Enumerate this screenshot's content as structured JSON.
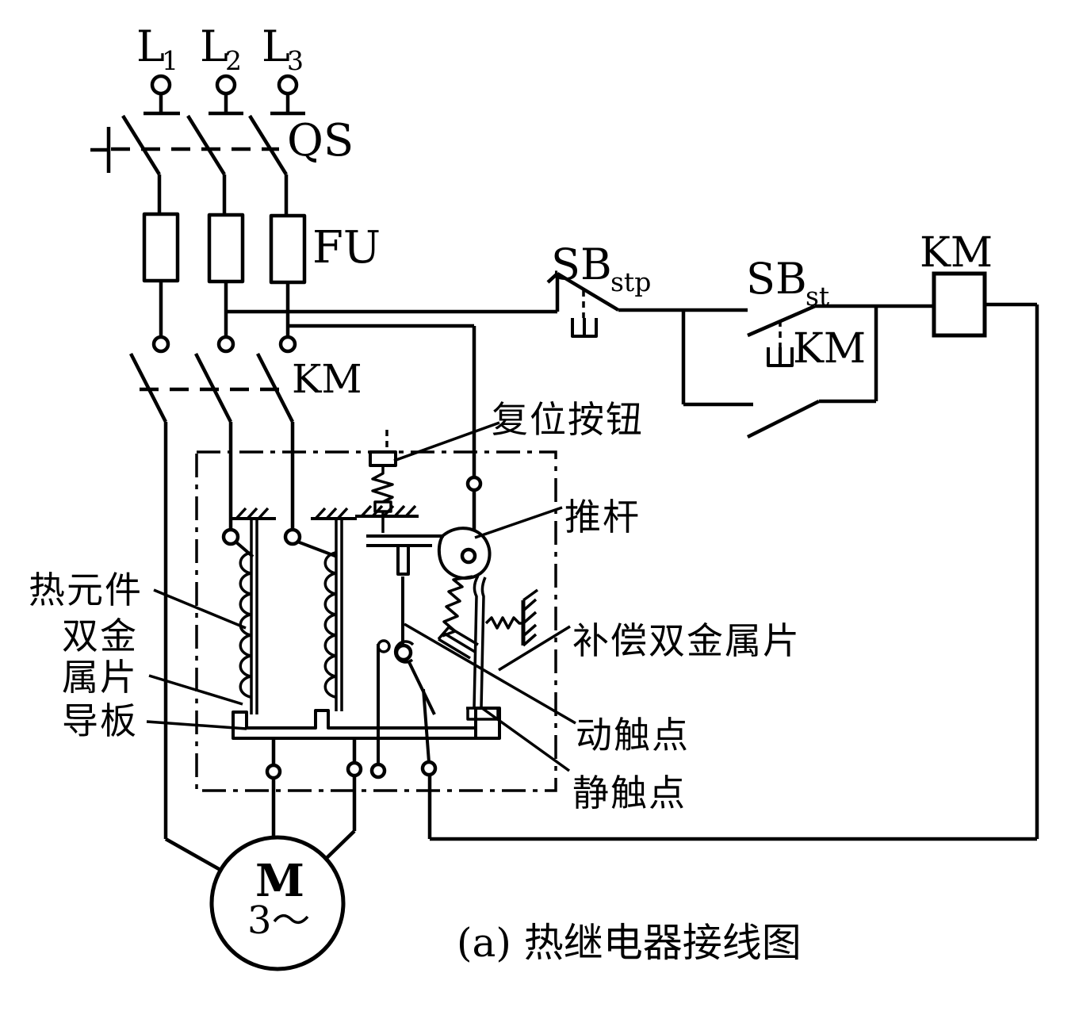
{
  "colors": {
    "ink": "#000000",
    "paper": "#ffffff"
  },
  "caption": "(a) 热继电器接线图",
  "power": {
    "phases": [
      {
        "base": "L",
        "sub": "1"
      },
      {
        "base": "L",
        "sub": "2"
      },
      {
        "base": "L",
        "sub": "3"
      }
    ],
    "disconnect_switch": "QS",
    "fuse": "FU",
    "main_contactor_contacts": "KM"
  },
  "control": {
    "stop_button": {
      "base": "SB",
      "sub": "stp"
    },
    "start_button": {
      "base": "SB",
      "sub": "st"
    },
    "aux_contact": "KM",
    "coil": "KM"
  },
  "relay_annotations": {
    "reset_button": "复位按钮",
    "push_rod": "推杆",
    "compensating_bimetal": "补偿双金属片",
    "moving_contact": "动触点",
    "static_contact": "静触点",
    "heating_element": "热元件",
    "bimetal_line1": "双金",
    "bimetal_line2": "属片",
    "guide_plate": "导板"
  },
  "motor": {
    "letter": "M",
    "phase_text": "3"
  }
}
